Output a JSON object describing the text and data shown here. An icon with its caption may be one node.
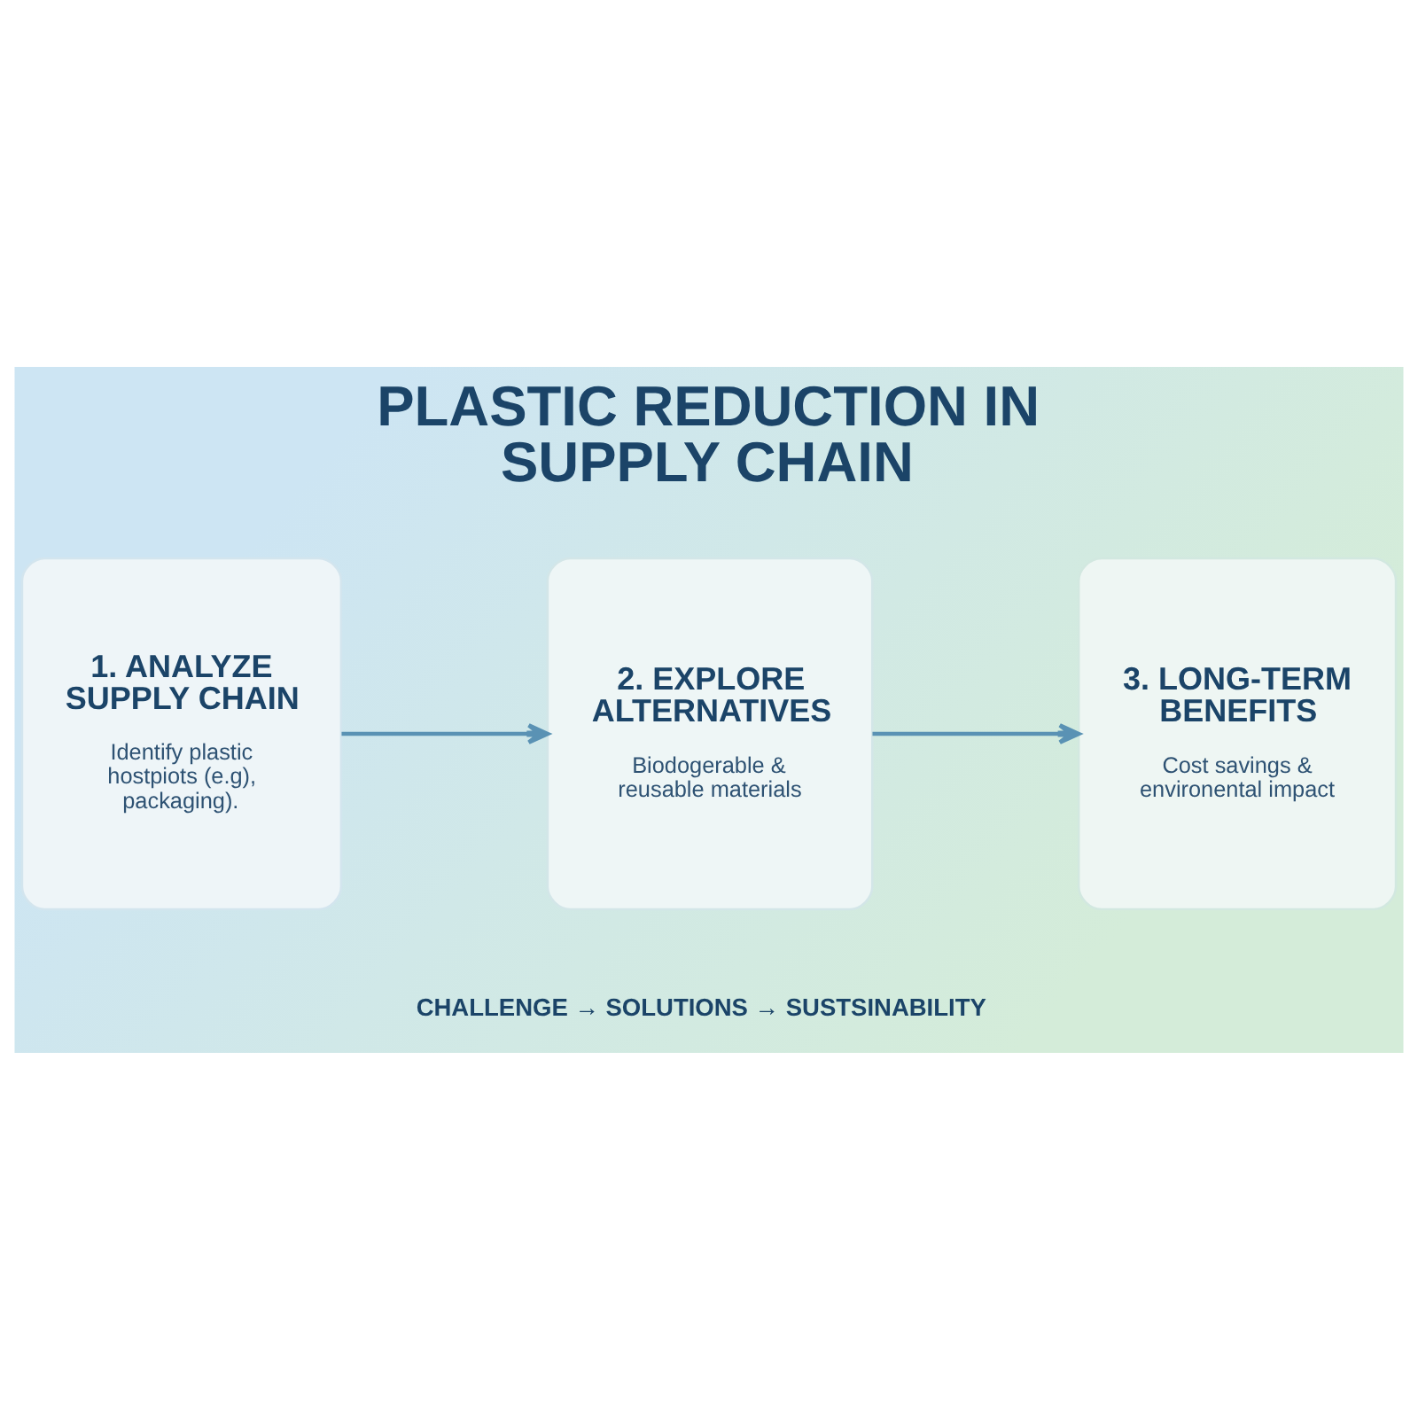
{
  "diagram": {
    "title": "PLASTIC REDUCTION IN SUPPLY CHAIN",
    "caption": "CHALLENGE → SOLUTIONS → SUSTSINABILITY",
    "nodes": [
      {
        "text": [
          "1. ANALYZE SUPPLY CHAIN",
          "Identify plastic hostpiots (e.g), packaging)."
        ]
      },
      {
        "text": [
          "2. EXPLORE ALTERNATIVES",
          "Biodogerable & reusable materials"
        ]
      },
      {
        "text": [
          "3. LONG-TERM BENEFITS",
          "Cost savings & environental impact"
        ]
      }
    ],
    "edges": [
      {
        "from": 0,
        "to": 1,
        "arrow": "to"
      },
      {
        "from": 1,
        "to": 2,
        "arrow": "to"
      }
    ]
  }
}
